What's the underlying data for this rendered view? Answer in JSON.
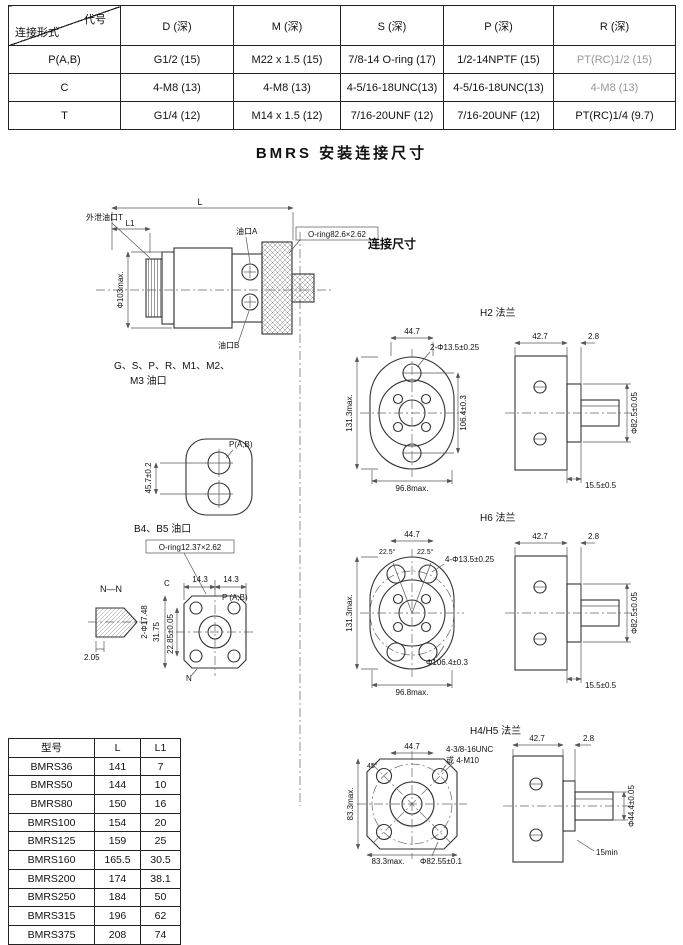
{
  "doc_title": "BMRS   安装连接尺寸",
  "colors": {
    "ink": "#111111",
    "muted_text": "#979797",
    "line": "#333333"
  },
  "spec_table": {
    "corner": {
      "top": "代号",
      "bottom": "连接形式"
    },
    "columns": [
      "D (深)",
      "M (深)",
      "S (深)",
      "P (深)",
      "R (深)"
    ],
    "rows": [
      {
        "label": "P(A,B)",
        "d": "G1/2  (15)",
        "m": "M22 x 1.5  (15)",
        "s": "7/8-14  O-ring (17)",
        "p": "1/2-14NPTF (15)",
        "r": "PT(RC)1/2  (15)"
      },
      {
        "label": "C",
        "d": "4-M8  (13)",
        "m": "4-M8       (13)",
        "s": "4-5/16-18UNC(13)",
        "p": "4-5/16-18UNC(13)",
        "r": "4-M8        (13)"
      },
      {
        "label": "T",
        "d": "G1/4  (12)",
        "m": "M14 x 1.5 (12)",
        "s": "7/16-20UNF  (12)",
        "p": "7/16-20UNF  (12)",
        "r": "PT(RC)1/4  (9.7)"
      }
    ]
  },
  "drawings": {
    "side_view": {
      "leak_port": "外泄油口T",
      "dim_L": "L",
      "dim_L1": "L1",
      "port_a": "油口A",
      "port_b": "油口B",
      "dia_body": "Φ103max.",
      "oring": "O-ring82.6×2.62",
      "section_title": "连接尺寸"
    },
    "ports_gspr": {
      "title_line1": "G、S、P、R、M1、M2、",
      "title_line2": "M3 油口",
      "label_p": "P(A,B)",
      "dim_height": "45.7±0.2"
    },
    "ports_b45": {
      "title": "B4、B5 油口",
      "oring": "O-ring12.37×2.62",
      "section": "N—N",
      "dim_c": "C",
      "dim_143a": "14.3",
      "dim_143b": "14.3",
      "label_p": "P (A,B)",
      "label_n": "N",
      "dim_v1": "31.75",
      "dim_v2": "22.85±0.05",
      "dim_depth": "2.05",
      "dim_dia": "2-Φ17.48"
    },
    "h2": {
      "title": "H2 法兰",
      "dim_width": "44.7",
      "holes": "2-Φ13.5±0.25",
      "dim_height": "131.3max.",
      "dim_bolt": "106.4±0.3",
      "dim_bottom": "96.8max.",
      "dim_427": "42.7",
      "dim_28": "2.8",
      "dim_pilot": "Φ82.5±0.05",
      "dim_depth": "15.5±0.5"
    },
    "h6": {
      "title": "H6 法兰",
      "dim_width": "44.7",
      "angle1": "22.5°",
      "angle2": "22.5°",
      "holes": "4-Φ13.5±0.25",
      "dim_height": "131.3max.",
      "dim_bolt": "Φ106.4±0.3",
      "dim_bottom": "96.8max.",
      "dim_427": "42.7",
      "dim_28": "2.8",
      "dim_pilot": "Φ82.5±0.05",
      "dim_depth": "15.5±0.5"
    },
    "h45": {
      "title": "H4/H5 法兰",
      "dim_width": "44.7",
      "angle": "45°",
      "holes_line1": "4-3/8-16UNC",
      "holes_line2": "或 4-M10",
      "dim_height": "83.3max.",
      "dim_bottom": "83.3max.",
      "dim_bolt": "Φ82.55±0.1",
      "dim_427": "42.7",
      "dim_28": "2.8",
      "dim_shaft": "Φ44.4±0.05",
      "dim_depth": "15min"
    }
  },
  "model_table": {
    "columns": [
      "型号",
      "L",
      "L1"
    ],
    "rows": [
      [
        "BMRS36",
        "141",
        "7"
      ],
      [
        "BMRS50",
        "144",
        "10"
      ],
      [
        "BMRS80",
        "150",
        "16"
      ],
      [
        "BMRS100",
        "154",
        "20"
      ],
      [
        "BMRS125",
        "159",
        "25"
      ],
      [
        "BMRS160",
        "165.5",
        "30.5"
      ],
      [
        "BMRS200",
        "174",
        "38.1"
      ],
      [
        "BMRS250",
        "184",
        "50"
      ],
      [
        "BMRS315",
        "196",
        "62"
      ],
      [
        "BMRS375",
        "208",
        "74"
      ]
    ]
  }
}
